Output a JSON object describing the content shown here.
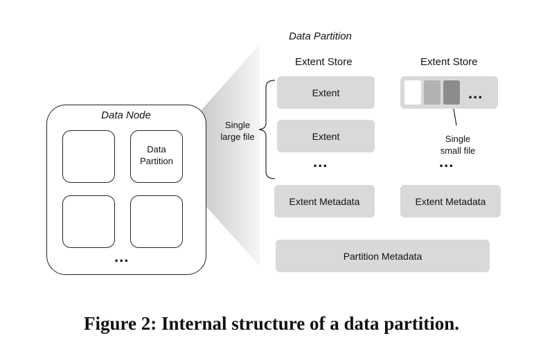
{
  "diagram": {
    "partition_title": "Data Partition",
    "data_node": {
      "title": "Data Node",
      "partition_slot_label": "Data Partition",
      "more": "..."
    },
    "large_file_label": "Single large file",
    "small_file_label": "Single small file",
    "extent_stores": [
      {
        "title": "Extent Store",
        "extents": [
          "Extent",
          "Extent"
        ],
        "more": "...",
        "metadata": "Extent Metadata"
      },
      {
        "title": "Extent Store",
        "more_inline": "...",
        "more": "...",
        "metadata": "Extent Metadata"
      }
    ],
    "partition_metadata": "Partition Metadata"
  },
  "caption": "Figure 2: Internal structure of a data partition.",
  "colors": {
    "box_fill": "#d9d9d9",
    "slot_dark": "#8c8c8c",
    "slot_mid": "#b3b3b3",
    "fan_gradient_light": "#f7f7f7",
    "fan_gradient_dark": "#bfbfbf"
  }
}
